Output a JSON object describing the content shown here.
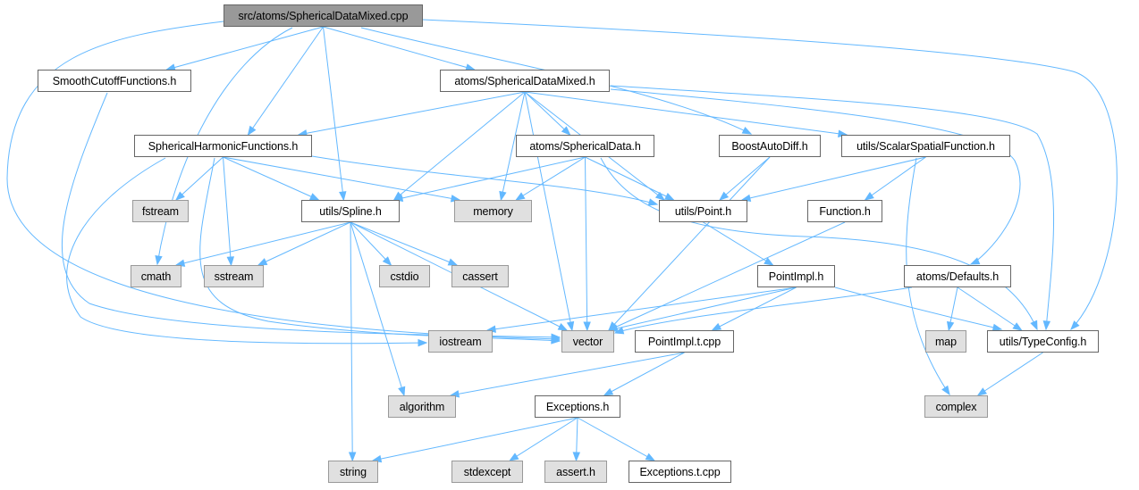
{
  "diagram": {
    "nodes": {
      "root": {
        "label": "src/atoms/SphericalDataMixed.cpp",
        "kind": "root"
      },
      "smooth": {
        "label": "SmoothCutoffFunctions.h",
        "kind": "file"
      },
      "sdm_h": {
        "label": "atoms/SphericalDataMixed.h",
        "kind": "file"
      },
      "shf": {
        "label": "SphericalHarmonicFunctions.h",
        "kind": "file"
      },
      "sdata": {
        "label": "atoms/SphericalData.h",
        "kind": "file"
      },
      "boost": {
        "label": "BoostAutoDiff.h",
        "kind": "file"
      },
      "ssf": {
        "label": "utils/ScalarSpatialFunction.h",
        "kind": "file"
      },
      "fstream": {
        "label": "fstream",
        "kind": "system"
      },
      "spline": {
        "label": "utils/Spline.h",
        "kind": "file"
      },
      "memory": {
        "label": "memory",
        "kind": "system"
      },
      "point": {
        "label": "utils/Point.h",
        "kind": "file"
      },
      "function": {
        "label": "Function.h",
        "kind": "file"
      },
      "cmath": {
        "label": "cmath",
        "kind": "system"
      },
      "sstream": {
        "label": "sstream",
        "kind": "system"
      },
      "cstdio": {
        "label": "cstdio",
        "kind": "system"
      },
      "cassert": {
        "label": "cassert",
        "kind": "system"
      },
      "pointimpl": {
        "label": "PointImpl.h",
        "kind": "file"
      },
      "defaults": {
        "label": "atoms/Defaults.h",
        "kind": "file"
      },
      "iostream": {
        "label": "iostream",
        "kind": "system"
      },
      "vector": {
        "label": "vector",
        "kind": "system"
      },
      "pointimpl_t": {
        "label": "PointImpl.t.cpp",
        "kind": "file"
      },
      "map": {
        "label": "map",
        "kind": "system"
      },
      "typeconfig": {
        "label": "utils/TypeConfig.h",
        "kind": "file"
      },
      "algorithm": {
        "label": "algorithm",
        "kind": "system"
      },
      "exceptions": {
        "label": "Exceptions.h",
        "kind": "file"
      },
      "complex": {
        "label": "complex",
        "kind": "system"
      },
      "string": {
        "label": "string",
        "kind": "system"
      },
      "stdexcept": {
        "label": "stdexcept",
        "kind": "system"
      },
      "asserth": {
        "label": "assert.h",
        "kind": "system"
      },
      "exceptions_t": {
        "label": "Exceptions.t.cpp",
        "kind": "file"
      }
    },
    "edges": [
      [
        "root",
        "smooth"
      ],
      [
        "root",
        "sdm_h"
      ],
      [
        "root",
        "shf"
      ],
      [
        "root",
        "spline"
      ],
      [
        "root",
        "cmath"
      ],
      [
        "root",
        "vector"
      ],
      [
        "root",
        "boost"
      ],
      [
        "root",
        "typeconfig"
      ],
      [
        "smooth",
        "vector"
      ],
      [
        "sdm_h",
        "shf"
      ],
      [
        "sdm_h",
        "sdata"
      ],
      [
        "sdm_h",
        "ssf"
      ],
      [
        "sdm_h",
        "spline"
      ],
      [
        "sdm_h",
        "memory"
      ],
      [
        "sdm_h",
        "point"
      ],
      [
        "sdm_h",
        "vector"
      ],
      [
        "sdm_h",
        "defaults"
      ],
      [
        "sdm_h",
        "typeconfig"
      ],
      [
        "shf",
        "fstream"
      ],
      [
        "shf",
        "spline"
      ],
      [
        "shf",
        "memory"
      ],
      [
        "shf",
        "point"
      ],
      [
        "shf",
        "sstream"
      ],
      [
        "shf",
        "iostream"
      ],
      [
        "shf",
        "vector"
      ],
      [
        "sdata",
        "spline"
      ],
      [
        "sdata",
        "memory"
      ],
      [
        "sdata",
        "point"
      ],
      [
        "sdata",
        "vector"
      ],
      [
        "sdata",
        "typeconfig"
      ],
      [
        "boost",
        "point"
      ],
      [
        "boost",
        "vector"
      ],
      [
        "ssf",
        "point"
      ],
      [
        "ssf",
        "function"
      ],
      [
        "ssf",
        "complex"
      ],
      [
        "spline",
        "cmath"
      ],
      [
        "spline",
        "sstream"
      ],
      [
        "spline",
        "cstdio"
      ],
      [
        "spline",
        "cassert"
      ],
      [
        "spline",
        "vector"
      ],
      [
        "spline",
        "algorithm"
      ],
      [
        "spline",
        "string"
      ],
      [
        "point",
        "pointimpl"
      ],
      [
        "function",
        "vector"
      ],
      [
        "pointimpl",
        "iostream"
      ],
      [
        "pointimpl",
        "vector"
      ],
      [
        "pointimpl",
        "pointimpl_t"
      ],
      [
        "pointimpl",
        "typeconfig"
      ],
      [
        "defaults",
        "vector"
      ],
      [
        "defaults",
        "map"
      ],
      [
        "defaults",
        "typeconfig"
      ],
      [
        "typeconfig",
        "complex"
      ],
      [
        "pointimpl_t",
        "algorithm"
      ],
      [
        "pointimpl_t",
        "exceptions"
      ],
      [
        "exceptions",
        "string"
      ],
      [
        "exceptions",
        "stdexcept"
      ],
      [
        "exceptions",
        "asserth"
      ],
      [
        "exceptions",
        "exceptions_t"
      ]
    ]
  }
}
